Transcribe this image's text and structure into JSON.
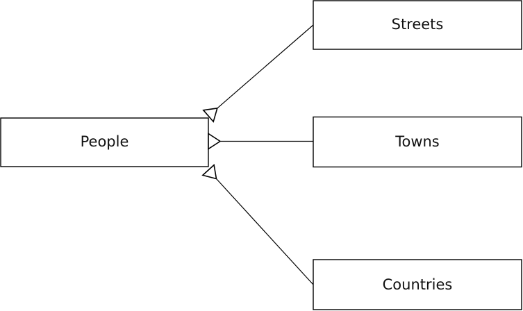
{
  "diagram": {
    "background_color": "#ffffff",
    "stroke_color": "#000000",
    "text_color": "#111111",
    "nodes": [
      {
        "id": "people",
        "label": "People"
      },
      {
        "id": "streets",
        "label": "Streets"
      },
      {
        "id": "towns",
        "label": "Towns"
      },
      {
        "id": "countries",
        "label": "Countries"
      }
    ],
    "edges": [
      {
        "from": "people",
        "to": "streets",
        "arrowhead": "open-triangle-at-people-end"
      },
      {
        "from": "people",
        "to": "towns",
        "arrowhead": "open-triangle-at-people-end"
      },
      {
        "from": "people",
        "to": "countries",
        "arrowhead": "open-triangle-at-people-end"
      }
    ]
  }
}
